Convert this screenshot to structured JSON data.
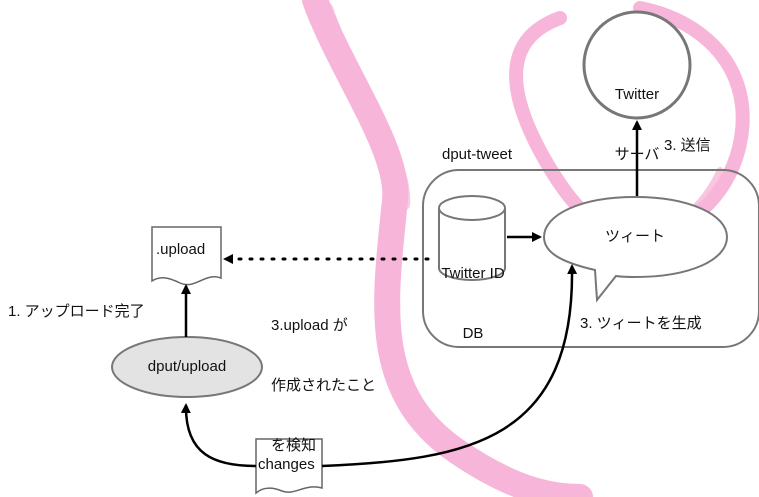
{
  "nodes": {
    "twitter_server": {
      "line1": "Twitter",
      "line2": "サーバ"
    },
    "dput_tweet_group": {
      "label": "dput-tweet"
    },
    "twitter_id_db": {
      "line1": "Twitter ID",
      "line2": "DB"
    },
    "tweet": {
      "label": "ツィート"
    },
    "upload_file": {
      "label": ".upload"
    },
    "dput_upload": {
      "label": "dput/upload"
    },
    "changes_file": {
      "label": "changes"
    }
  },
  "edges": {
    "send": {
      "label": "3. 送信"
    },
    "upload_done": {
      "label": "1. アップロード完了"
    },
    "detect": {
      "line1": "3.upload が",
      "line2": "作成されたこと",
      "line3": "を検知"
    },
    "generate": {
      "label": "3. ツィートを生成"
    }
  },
  "colors": {
    "swirl": "#f7b6d9",
    "stroke": "#777777",
    "ellipse_fill": "#e3e3e3",
    "arrow": "#000000"
  },
  "background_logo": "debian-swirl"
}
